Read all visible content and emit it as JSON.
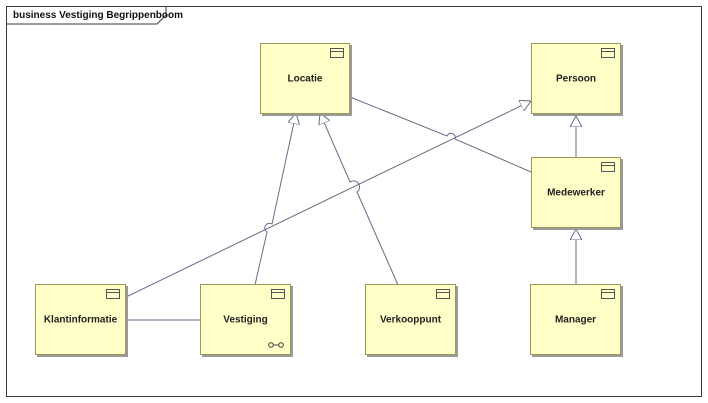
{
  "diagram": {
    "title": "business Vestiging Begrippenboom",
    "nodes": {
      "locatie": "Locatie",
      "persoon": "Persoon",
      "medewerker": "Medewerker",
      "klantinformatie": "Klantinformatie",
      "vestiging": "Vestiging",
      "verkooppunt": "Verkooppunt",
      "manager": "Manager"
    },
    "relations": [
      {
        "from": "Vestiging",
        "to": "Locatie",
        "type": "generalization"
      },
      {
        "from": "Verkooppunt",
        "to": "Locatie",
        "type": "generalization"
      },
      {
        "from": "Klantinformatie",
        "to": "Persoon",
        "type": "generalization"
      },
      {
        "from": "Medewerker",
        "to": "Persoon",
        "type": "generalization"
      },
      {
        "from": "Manager",
        "to": "Medewerker",
        "type": "generalization"
      },
      {
        "from": "Locatie",
        "to": "Medewerker",
        "type": "association"
      },
      {
        "from": "Klantinformatie",
        "to": "Vestiging",
        "type": "association"
      }
    ],
    "colors": {
      "node_fill": "#ffffc8",
      "node_border": "#9a9a58",
      "edge": "#6a6a8a"
    }
  }
}
